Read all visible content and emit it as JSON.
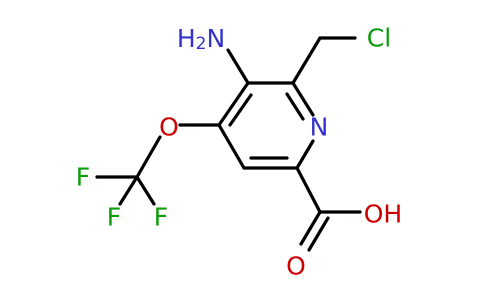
{
  "colors": {
    "bond": "#000000",
    "nitrogen": "#3333cc",
    "oxygen": "#cc0000",
    "chlorine": "#0a9c0a",
    "fluorine": "#0a9c0a"
  },
  "atoms": {
    "amine": {
      "symbol": "H",
      "subscript": "2",
      "element": "N"
    },
    "chlorine": "Cl",
    "ring_nitrogen": "N",
    "ether_oxygen": "O",
    "fluorine_left": "F",
    "fluorine_bottom_left": "F",
    "fluorine_bottom_right": "F",
    "hydroxyl": "OH",
    "carbonyl_oxygen": "O"
  }
}
